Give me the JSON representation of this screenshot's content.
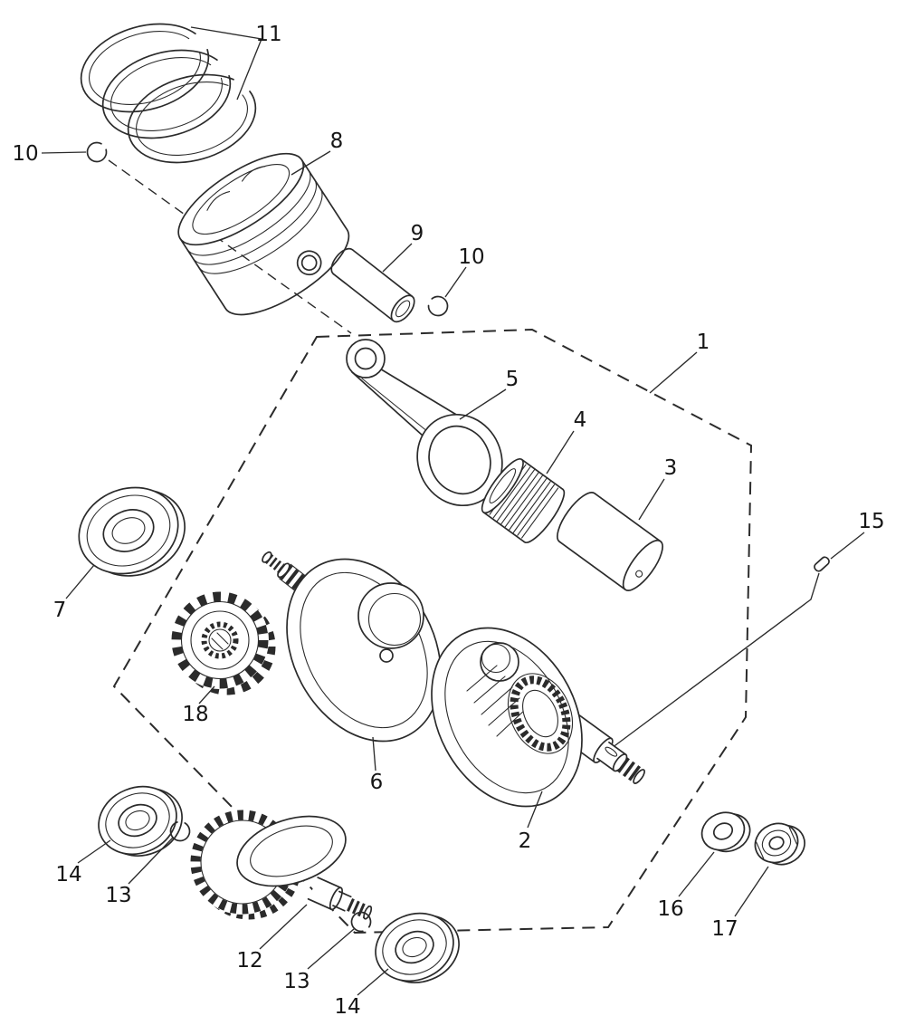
{
  "diagram": {
    "type": "exploded-parts-diagram",
    "background_color": "#ffffff",
    "line_color": "#2b2b2b",
    "label_color": "#161616",
    "callouts": [
      {
        "id": "11",
        "part": "11"
      },
      {
        "id": "10-top",
        "part": "10"
      },
      {
        "id": "8",
        "part": "8"
      },
      {
        "id": "9",
        "part": "9"
      },
      {
        "id": "10-mid",
        "part": "10"
      },
      {
        "id": "1",
        "part": "1"
      },
      {
        "id": "5",
        "part": "5"
      },
      {
        "id": "4",
        "part": "4"
      },
      {
        "id": "3",
        "part": "3"
      },
      {
        "id": "7",
        "part": "7"
      },
      {
        "id": "15",
        "part": "15"
      },
      {
        "id": "18",
        "part": "18"
      },
      {
        "id": "6",
        "part": "6"
      },
      {
        "id": "2",
        "part": "2"
      },
      {
        "id": "14-left",
        "part": "14"
      },
      {
        "id": "13-left",
        "part": "13"
      },
      {
        "id": "12",
        "part": "12"
      },
      {
        "id": "13-bottom",
        "part": "13"
      },
      {
        "id": "14-bottom",
        "part": "14"
      },
      {
        "id": "16",
        "part": "16"
      },
      {
        "id": "17",
        "part": "17"
      }
    ]
  }
}
